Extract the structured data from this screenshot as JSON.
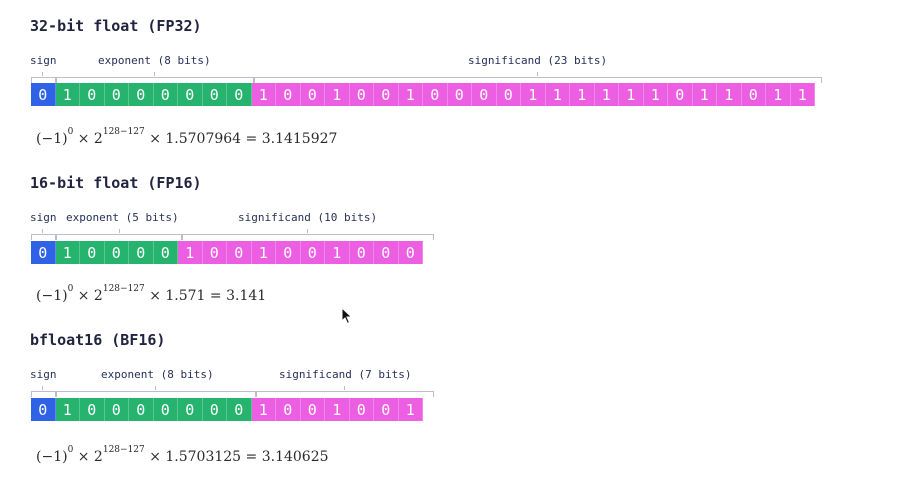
{
  "fp32": {
    "title": "32-bit float (FP32)",
    "labels": {
      "sign": "sign",
      "exponent": "exponent (8 bits)",
      "significand": "significand (23 bits)"
    },
    "sign_bits": "0",
    "exponent_bits": "10000000",
    "significand_bits": "10010010000111111011011",
    "formula": {
      "base": "(−1)",
      "sign_exp": "0",
      "times2": " × 2",
      "pow": "128−127",
      "rest": " × 1.5707964 = 3.1415927"
    }
  },
  "fp16": {
    "title": "16-bit float (FP16)",
    "labels": {
      "sign": "sign",
      "exponent": "exponent (5 bits)",
      "significand": "significand (10 bits)"
    },
    "sign_bits": "0",
    "exponent_bits": "10000",
    "significand_bits": "1001001000",
    "formula": {
      "base": "(−1)",
      "sign_exp": "0",
      "times2": " × 2",
      "pow": "128−127",
      "rest": " × 1.571 = 3.141"
    }
  },
  "bf16": {
    "title": "bfloat16 (BF16)",
    "labels": {
      "sign": "sign",
      "exponent": "exponent (8 bits)",
      "significand": "significand (7 bits)"
    },
    "sign_bits": "0",
    "exponent_bits": "10000000",
    "significand_bits": "1001001",
    "formula": {
      "base": "(−1)",
      "sign_exp": "0",
      "times2": " × 2",
      "pow": "128−127",
      "rest": " × 1.5703125 = 3.140625"
    }
  },
  "colors": {
    "sign": "#2f62e5",
    "exponent": "#25b36e",
    "significand": "#ec5fe2"
  },
  "icons": {
    "cursor": "mouse-pointer-icon"
  }
}
